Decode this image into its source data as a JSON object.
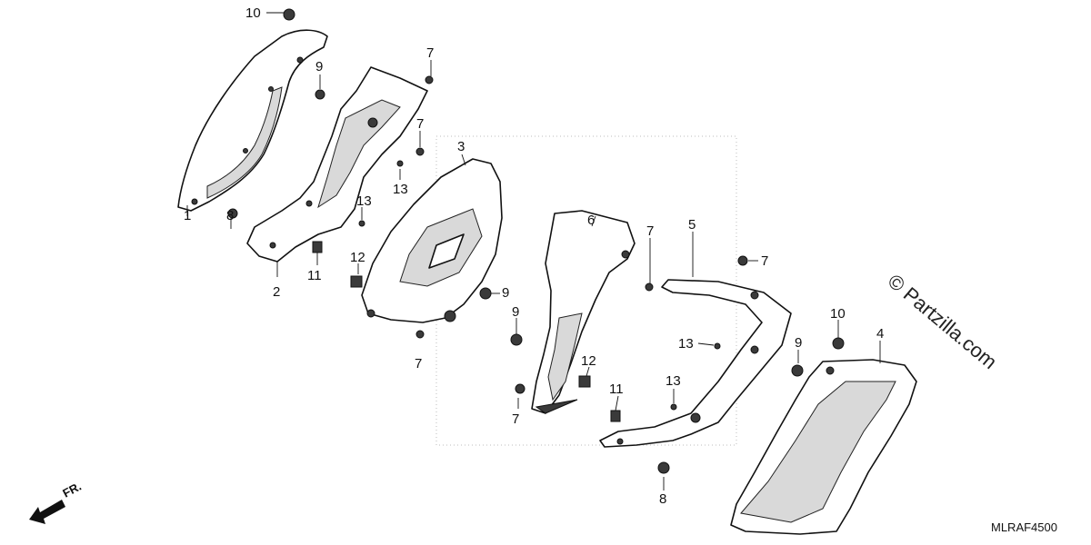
{
  "diagram": {
    "callouts": [
      {
        "id": "c1",
        "label": "1"
      },
      {
        "id": "c2",
        "label": "2"
      },
      {
        "id": "c3",
        "label": "3"
      },
      {
        "id": "c4",
        "label": "4"
      },
      {
        "id": "c5",
        "label": "5"
      },
      {
        "id": "c6",
        "label": "6"
      },
      {
        "id": "c7a",
        "label": "7"
      },
      {
        "id": "c7b",
        "label": "7"
      },
      {
        "id": "c7c",
        "label": "7"
      },
      {
        "id": "c7d",
        "label": "7"
      },
      {
        "id": "c7e",
        "label": "7"
      },
      {
        "id": "c7f",
        "label": "7"
      },
      {
        "id": "c8a",
        "label": "8"
      },
      {
        "id": "c8b",
        "label": "8"
      },
      {
        "id": "c9a",
        "label": "9"
      },
      {
        "id": "c9b",
        "label": "9"
      },
      {
        "id": "c9c",
        "label": "9"
      },
      {
        "id": "c9d",
        "label": "9"
      },
      {
        "id": "c10a",
        "label": "10"
      },
      {
        "id": "c10b",
        "label": "10"
      },
      {
        "id": "c11a",
        "label": "11"
      },
      {
        "id": "c11b",
        "label": "11"
      },
      {
        "id": "c12a",
        "label": "12"
      },
      {
        "id": "c12b",
        "label": "12"
      },
      {
        "id": "c13a",
        "label": "13"
      },
      {
        "id": "c13b",
        "label": "13"
      },
      {
        "id": "c13c",
        "label": "13"
      },
      {
        "id": "c13d",
        "label": "13"
      }
    ],
    "front_indicator": "FR.",
    "diagram_code": "MLRAF4500",
    "watermark": "© Partzilla.com"
  }
}
